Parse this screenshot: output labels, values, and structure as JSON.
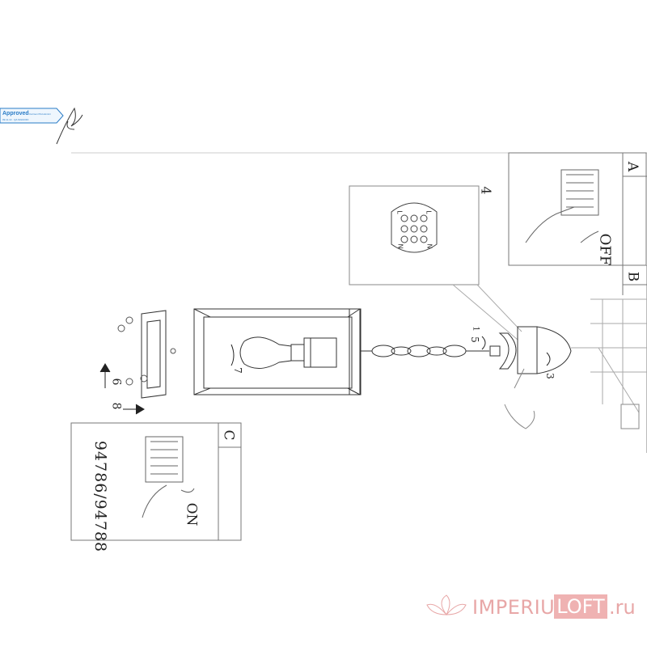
{
  "model_number": "94786/94788",
  "panels": {
    "a": "A",
    "b": "B",
    "c": "C",
    "wiring": "4"
  },
  "switch_labels": {
    "off": "OFF",
    "on": "ON"
  },
  "steps": {
    "s1": "1",
    "s3": "3",
    "s5": "5",
    "s6": "6",
    "s7": "7",
    "s8": "8"
  },
  "wiring_terminals": {
    "top_left": "L",
    "top_right": "L",
    "bottom_left": "N",
    "bottom_right": "N"
  },
  "approval_stamp": {
    "title": "Approved",
    "line1": "Carmen Piccolomini",
    "line2": "09.11.13 · QA SIGNOFF"
  },
  "watermark": {
    "brand": "IMPERIUM",
    "highlight": "LOFT",
    "suffix": ".ru"
  },
  "colors": {
    "line": "#555555",
    "stamp_blue": "#2a7cc7",
    "watermark_pink": "#e8a7a7"
  }
}
